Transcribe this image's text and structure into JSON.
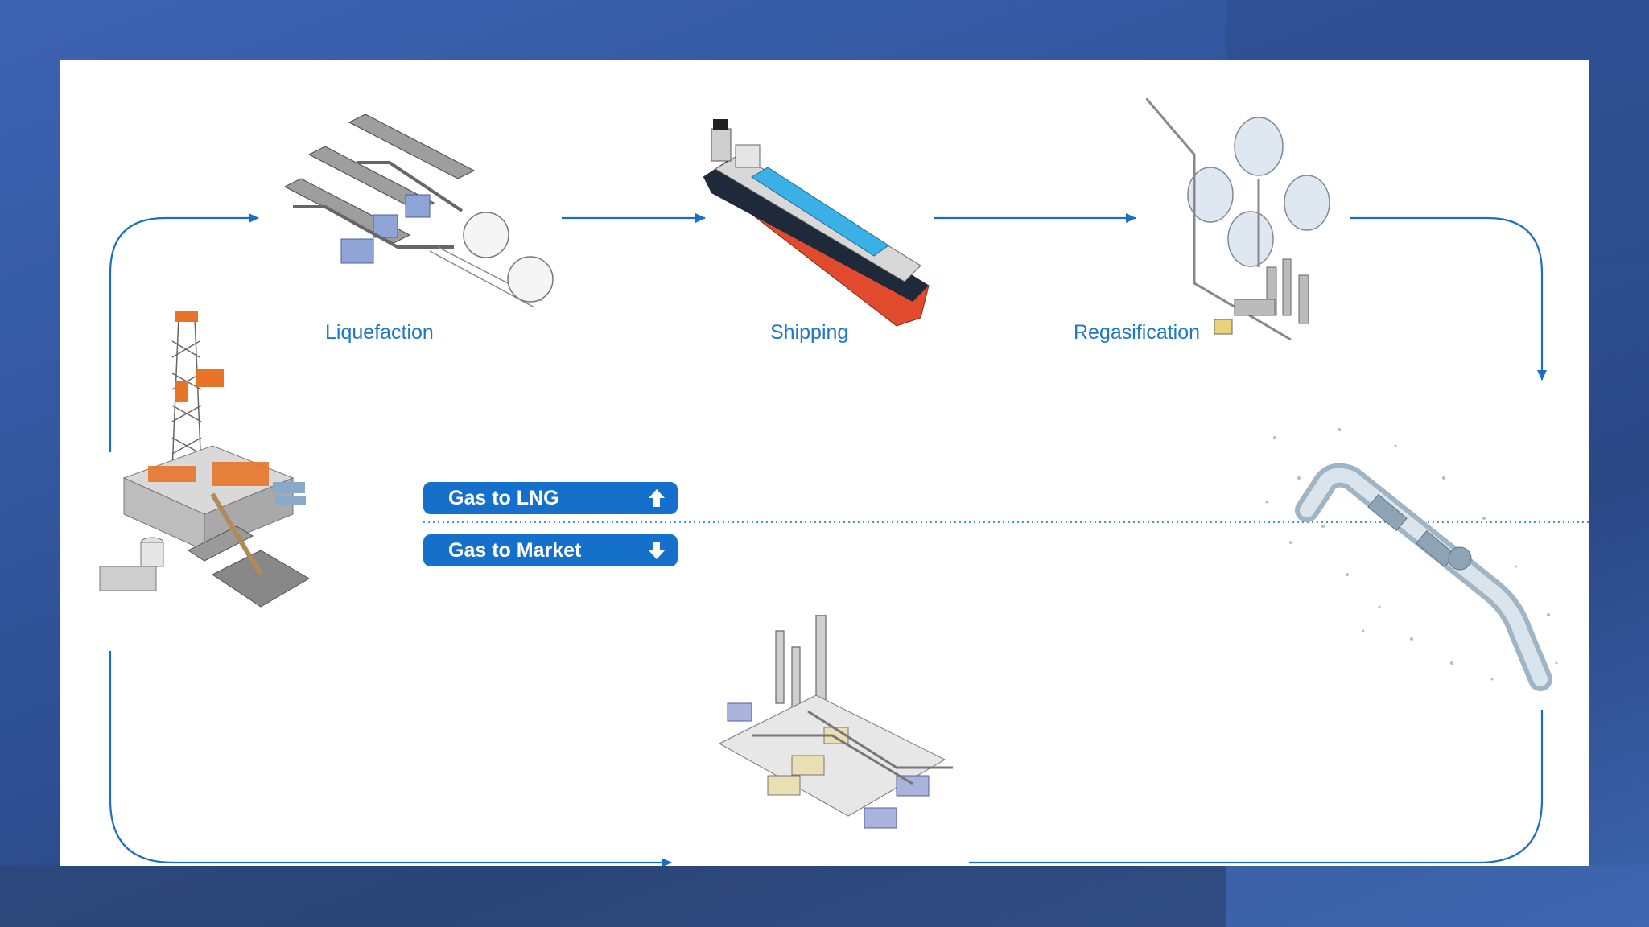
{
  "stages": {
    "liquefaction": "Liquefaction",
    "shipping": "Shipping",
    "regasification": "Regasification"
  },
  "buttons": {
    "gas_to_lng": "Gas to LNG",
    "gas_to_market": "Gas to Market"
  },
  "colors": {
    "accent": "#1570cc",
    "label": "#1f77c9",
    "flow_line": "#1a6fc4",
    "hull_red": "#e24a2e",
    "rig_orange": "#e8742a"
  },
  "icons": [
    "drilling-rig-icon",
    "liquefaction-plant-icon",
    "lng-tanker-icon",
    "regasification-terminal-icon",
    "pipeline-icon",
    "gas-processing-plant-icon",
    "arrow-up-icon",
    "arrow-down-icon"
  ]
}
